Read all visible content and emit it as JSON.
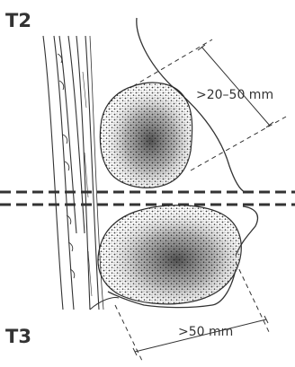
{
  "upper_panel": {
    "stage": "T2",
    "size_range": ">20–50 mm"
  },
  "lower_panel": {
    "stage": "T3",
    "size_range": ">50 mm"
  },
  "colors": {
    "ink": "#333333",
    "tumor_dark": "#2a2a2a",
    "tumor_light": "#f4f4f4",
    "background": "#ffffff"
  }
}
